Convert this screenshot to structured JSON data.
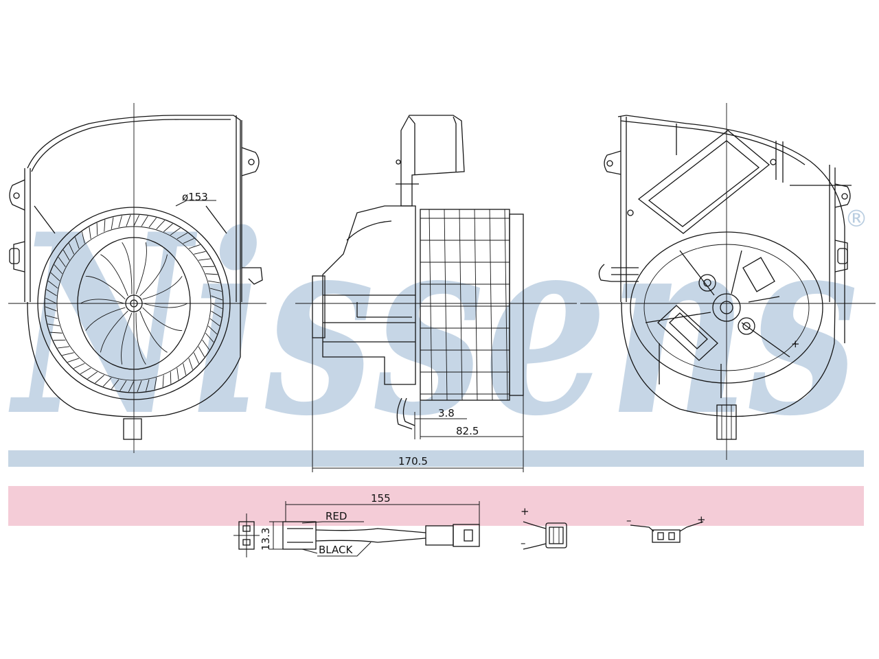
{
  "brand": {
    "watermark_text": "Nissens",
    "registered_mark": "®",
    "watermark_color": "#b9cde0",
    "band_blue": "#c5d5e4",
    "band_pink": "#f4ccd7"
  },
  "dimensions": {
    "fan_diameter": "ø153",
    "offset": "3.8",
    "wheel_width": "82.5",
    "overall_width": "170.5",
    "cable_length": "155",
    "connector_height": "13.3"
  },
  "wires": {
    "red": "RED",
    "black": "BLACK"
  },
  "polarity": {
    "plus": "+",
    "minus": "–"
  }
}
